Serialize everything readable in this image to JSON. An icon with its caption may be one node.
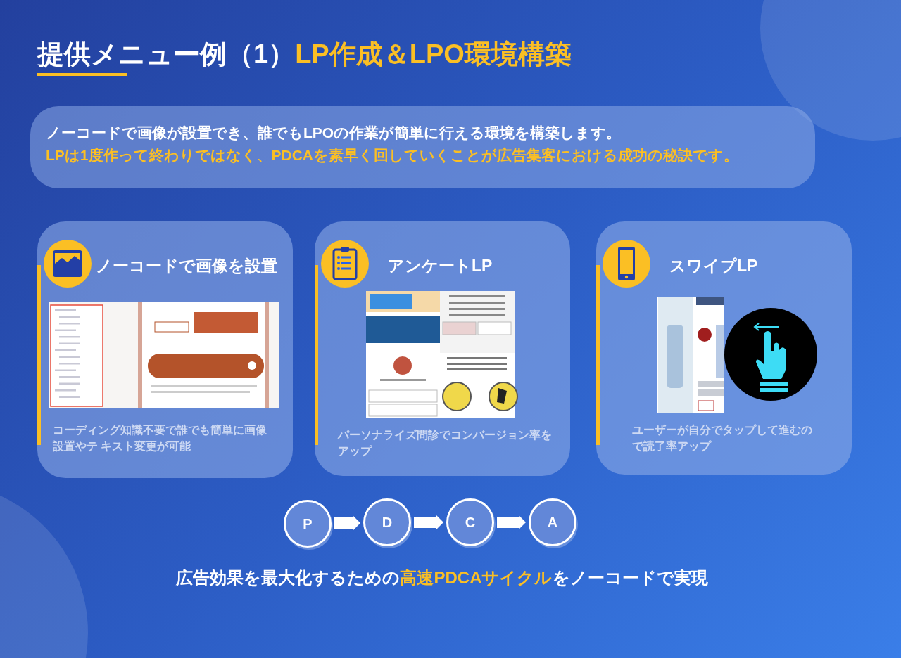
{
  "diagram": {
    "title": "提供メニュー例（1）**LP作成＆LPO環境構築**",
    "nodes": [
      {
        "text": [
          "ノーコードで画像が設置でき、誰でもLPOの作業が簡単に行える環境を構築します。",
          "LPは1度作って終わりではなく、PDCAを素早く回していくことが広告集客における成功の秘訣です。"
        ]
      },
      {
        "text": [
          "ノーコードで画像を設置",
          "コーディング知識不要で誰でも簡単に画像設置やテ キスト変更が可能"
        ]
      },
      {
        "text": [
          "アンケートLP",
          "パーソナライズ問診でコンバージョン率をアップ"
        ]
      },
      {
        "text": [
          "スワイプLP",
          "ユーザーが自分でタップして進むので読了率アップ"
        ]
      },
      {
        "text": [
          "P"
        ]
      },
      {
        "text": [
          "D"
        ]
      },
      {
        "text": [
          "C"
        ]
      },
      {
        "text": [
          "A"
        ]
      }
    ],
    "edges": [
      {
        "from": 4,
        "to": 5,
        "arrow": "to"
      },
      {
        "from": 5,
        "to": 6,
        "arrow": "to"
      },
      {
        "from": 6,
        "to": 7,
        "arrow": "to"
      }
    ],
    "caption": "広告効果を最大化するための**高速PDCAサイクル**をノーコードで実現"
  }
}
